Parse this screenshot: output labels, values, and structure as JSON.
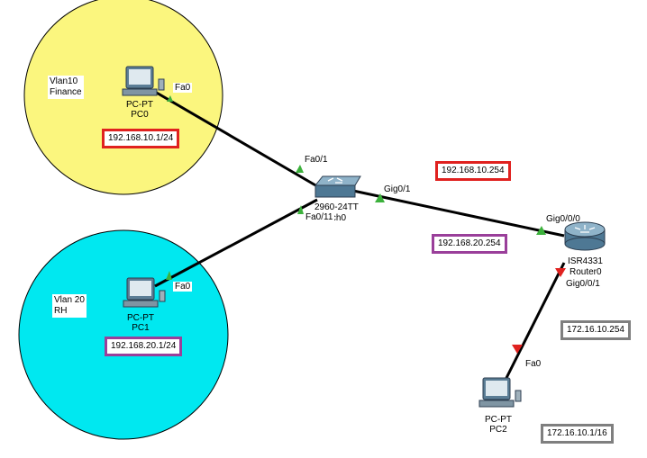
{
  "colors": {
    "finance_zone": "#fbf67e",
    "rh_zone": "#00e8f0",
    "vlan10_box": "#e0211f",
    "vlan20_box": "#9a3f9a",
    "wan_box": "#7f7f7f",
    "link": "#000000",
    "port_up": "#3cb13c",
    "port_down": "#e0211f"
  },
  "zones": {
    "finance": {
      "label": "Vlan10\nFinance"
    },
    "rh": {
      "label": "Vlan 20\nRH"
    }
  },
  "devices": {
    "pc0": {
      "model": "PC-PT",
      "name": "PC0",
      "icon": "pc-icon"
    },
    "pc1": {
      "model": "PC-PT",
      "name": "PC1",
      "icon": "pc-icon"
    },
    "pc2": {
      "model": "PC-PT",
      "name": "PC2",
      "icon": "pc-icon"
    },
    "switch0": {
      "model": "2960-24TT",
      "name": "Switch0",
      "icon": "switch-icon"
    },
    "router0": {
      "model": "ISR4331",
      "name": "Router0",
      "icon": "router-icon"
    }
  },
  "ports": {
    "pc0_fa0": "Fa0",
    "sw_fa0_1": "Fa0/1",
    "sw_fa0_11": "Fa0/11",
    "pc1_fa0": "Fa0",
    "sw_gig0_1": "Gig0/1",
    "router_gig0_0_0": "Gig0/0/0",
    "router_gig0_0_1": "Gig0/0/1",
    "pc2_fa0": "Fa0"
  },
  "addresses": {
    "pc0": "192.168.10.1/24",
    "pc1": "192.168.20.1/24",
    "gw_vlan10": "192.168.10.254",
    "gw_vlan20": "192.168.20.254",
    "router_wan": "172.16.10.254",
    "pc2": "172.16.10.1/16"
  }
}
